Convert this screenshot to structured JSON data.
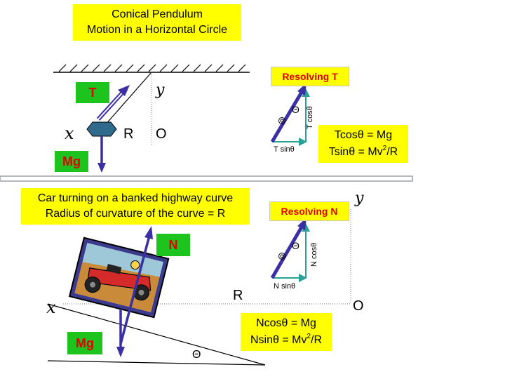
{
  "top": {
    "title_line1": "Conical Pendulum",
    "title_line2": "Motion in a Horizontal Circle",
    "tension_label": "T",
    "weight_label": "Mg",
    "axis_y": "y",
    "axis_x": "x",
    "radius_label": "R",
    "origin_label": "O",
    "resolving_label": "Resolving T",
    "component_vertical": "T cosθ",
    "component_horizontal": "T sinθ",
    "angle_label": "Θ",
    "eq1": "Tcosθ = Mg",
    "eq2_prefix": "Tsinθ = Mv",
    "eq2_sup": "2",
    "eq2_suffix": "/R"
  },
  "bottom": {
    "car_line1": "Car turning on a banked highway curve",
    "car_line2": "Radius of curvature of the curve = R",
    "normal_label": "N",
    "weight_label": "Mg",
    "axis_y": "y",
    "axis_x": "x",
    "radius_label": "R",
    "origin_label": "O",
    "resolving_label": "Resolving N",
    "component_vertical": "N cosθ",
    "component_horizontal": "N sinθ",
    "angle_label": "Θ",
    "bank_angle_label": "Θ",
    "eq1": "Ncosθ = Mg",
    "eq2_prefix": "Nsinθ = Mv",
    "eq2_sup": "2",
    "eq2_suffix": "/R"
  },
  "colors": {
    "vector": "#3a2fa3",
    "component": "#2aa198",
    "label_bg": "#1ec41e",
    "label_text": "#e00000",
    "box_bg": "#ffff00",
    "divider": "#9aa0a6"
  }
}
